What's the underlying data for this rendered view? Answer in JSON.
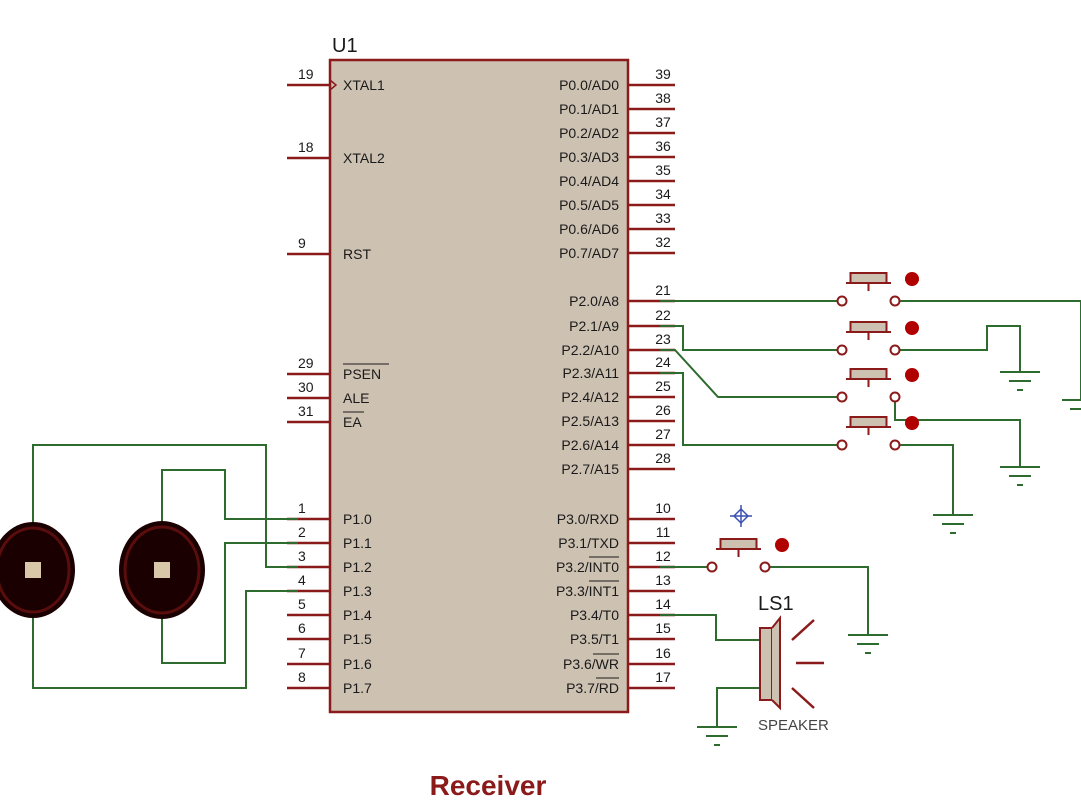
{
  "colors": {
    "wire": "#2e6b2e",
    "component": "#8b1a1a",
    "chip_fill": "#cdc1b2",
    "dot": "#b00000",
    "title": "#8b1a1a"
  },
  "chip": {
    "ref": "U1",
    "left_pins": [
      {
        "num": "19",
        "name": "XTAL1"
      },
      {
        "num": "18",
        "name": "XTAL2"
      },
      {
        "num": "9",
        "name": "RST"
      },
      {
        "num": "29",
        "name": "PSEN"
      },
      {
        "num": "30",
        "name": "ALE"
      },
      {
        "num": "31",
        "name": "EA"
      },
      {
        "num": "1",
        "name": "P1.0"
      },
      {
        "num": "2",
        "name": "P1.1"
      },
      {
        "num": "3",
        "name": "P1.2"
      },
      {
        "num": "4",
        "name": "P1.3"
      },
      {
        "num": "5",
        "name": "P1.4"
      },
      {
        "num": "6",
        "name": "P1.5"
      },
      {
        "num": "7",
        "name": "P1.6"
      },
      {
        "num": "8",
        "name": "P1.7"
      }
    ],
    "right_pins": [
      {
        "num": "39",
        "name": "P0.0/AD0"
      },
      {
        "num": "38",
        "name": "P0.1/AD1"
      },
      {
        "num": "37",
        "name": "P0.2/AD2"
      },
      {
        "num": "36",
        "name": "P0.3/AD3"
      },
      {
        "num": "35",
        "name": "P0.4/AD4"
      },
      {
        "num": "34",
        "name": "P0.5/AD5"
      },
      {
        "num": "33",
        "name": "P0.6/AD6"
      },
      {
        "num": "32",
        "name": "P0.7/AD7"
      },
      {
        "num": "21",
        "name": "P2.0/A8"
      },
      {
        "num": "22",
        "name": "P2.1/A9"
      },
      {
        "num": "23",
        "name": "P2.2/A10"
      },
      {
        "num": "24",
        "name": "P2.3/A11"
      },
      {
        "num": "25",
        "name": "P2.4/A12"
      },
      {
        "num": "26",
        "name": "P2.5/A13"
      },
      {
        "num": "27",
        "name": "P2.6/A14"
      },
      {
        "num": "28",
        "name": "P2.7/A15"
      },
      {
        "num": "10",
        "name": "P3.0/RXD"
      },
      {
        "num": "11",
        "name": "P3.1/TXD"
      },
      {
        "num": "12",
        "name": "P3.2/INT0"
      },
      {
        "num": "13",
        "name": "P3.3/INT1"
      },
      {
        "num": "14",
        "name": "P3.4/T0"
      },
      {
        "num": "15",
        "name": "P3.5/T1"
      },
      {
        "num": "16",
        "name": "P3.6/WR"
      },
      {
        "num": "17",
        "name": "P3.7/RD"
      }
    ]
  },
  "speaker": {
    "ref": "LS1",
    "label": "SPEAKER"
  },
  "title": "Receiver"
}
